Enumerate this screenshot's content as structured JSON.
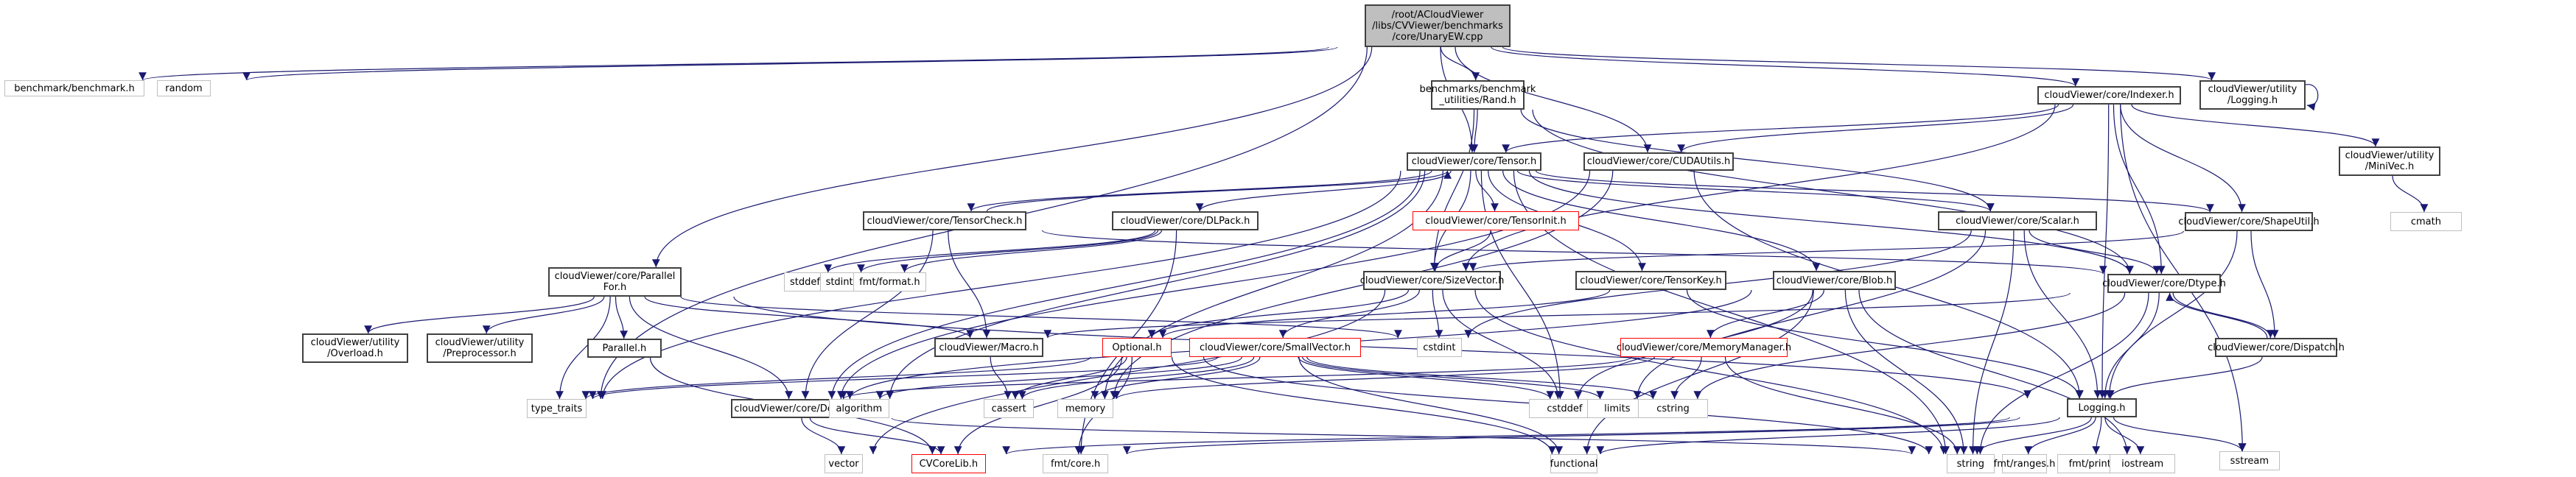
{
  "title": "Include dependency graph for UnaryEW.cpp",
  "colors": {
    "edge": "#191970",
    "project_border": "#404040",
    "system_border": "#bfbfbf",
    "missing_border": "#ff0000",
    "root_fill": "#bfbfbf"
  },
  "nodes": [
    {
      "id": "root",
      "label": "/root/ACloudViewer\n/libs/CVViewer/benchmarks\n/core/UnaryEW.cpp",
      "kind": "root"
    },
    {
      "id": "benchmark_h",
      "label": "benchmark/benchmark.h",
      "kind": "system"
    },
    {
      "id": "random",
      "label": "random",
      "kind": "system"
    },
    {
      "id": "rand_h",
      "label": "benchmarks/benchmark\n_utilities/Rand.h",
      "kind": "project"
    },
    {
      "id": "indexer_h",
      "label": "cloudViewer/core/Indexer.h",
      "kind": "project"
    },
    {
      "id": "ulogging_h",
      "label": "cloudViewer/utility\n/Logging.h",
      "kind": "project"
    },
    {
      "id": "tensor_h",
      "label": "cloudViewer/core/Tensor.h",
      "kind": "project"
    },
    {
      "id": "cudautils_h",
      "label": "cloudViewer/core/CUDAUtils.h",
      "kind": "project"
    },
    {
      "id": "minivec_h",
      "label": "cloudViewer/utility\n/MiniVec.h",
      "kind": "project"
    },
    {
      "id": "cmath",
      "label": "cmath",
      "kind": "system"
    },
    {
      "id": "tensorcheck_h",
      "label": "cloudViewer/core/TensorCheck.h",
      "kind": "project"
    },
    {
      "id": "dlpack_h",
      "label": "cloudViewer/core/DLPack.h",
      "kind": "project"
    },
    {
      "id": "tensorinit_h",
      "label": "cloudViewer/core/TensorInit.h",
      "kind": "missing"
    },
    {
      "id": "scalar_h",
      "label": "cloudViewer/core/Scalar.h",
      "kind": "project"
    },
    {
      "id": "shapeutil_h",
      "label": "cloudViewer/core/ShapeUtil.h",
      "kind": "project"
    },
    {
      "id": "parallelfor_h",
      "label": "cloudViewer/core/Parallel\nFor.h",
      "kind": "project"
    },
    {
      "id": "stddef_h",
      "label": "stddef.h",
      "kind": "system"
    },
    {
      "id": "stdint_h",
      "label": "stdint.h",
      "kind": "system"
    },
    {
      "id": "fmtformat_h",
      "label": "fmt/format.h",
      "kind": "system"
    },
    {
      "id": "sizevector_h",
      "label": "cloudViewer/core/SizeVector.h",
      "kind": "project"
    },
    {
      "id": "tensorkey_h",
      "label": "cloudViewer/core/TensorKey.h",
      "kind": "project"
    },
    {
      "id": "blob_h",
      "label": "cloudViewer/core/Blob.h",
      "kind": "project"
    },
    {
      "id": "dtype_h",
      "label": "cloudViewer/core/Dtype.h",
      "kind": "project"
    },
    {
      "id": "overload_h",
      "label": "cloudViewer/utility\n/Overload.h",
      "kind": "project"
    },
    {
      "id": "preprocessor_h",
      "label": "cloudViewer/utility\n/Preprocessor.h",
      "kind": "project"
    },
    {
      "id": "parallel_h",
      "label": "Parallel.h",
      "kind": "project"
    },
    {
      "id": "macro_h",
      "label": "cloudViewer/Macro.h",
      "kind": "project"
    },
    {
      "id": "optional_h",
      "label": "Optional.h",
      "kind": "missing"
    },
    {
      "id": "smallvector_h",
      "label": "cloudViewer/core/SmallVector.h",
      "kind": "missing"
    },
    {
      "id": "cstdint",
      "label": "cstdint",
      "kind": "system"
    },
    {
      "id": "memorymanager_h",
      "label": "cloudViewer/core/MemoryManager.h",
      "kind": "missing"
    },
    {
      "id": "dispatch_h",
      "label": "cloudViewer/core/Dispatch.h",
      "kind": "project"
    },
    {
      "id": "type_traits",
      "label": "type_traits",
      "kind": "system"
    },
    {
      "id": "device_h",
      "label": "cloudViewer/core/Device.h",
      "kind": "project"
    },
    {
      "id": "algorithm",
      "label": "algorithm",
      "kind": "system"
    },
    {
      "id": "cassert",
      "label": "cassert",
      "kind": "system"
    },
    {
      "id": "memory",
      "label": "memory",
      "kind": "system"
    },
    {
      "id": "cstddef",
      "label": "cstddef",
      "kind": "system"
    },
    {
      "id": "limits",
      "label": "limits",
      "kind": "system"
    },
    {
      "id": "cstring",
      "label": "cstring",
      "kind": "system"
    },
    {
      "id": "logging_h",
      "label": "Logging.h",
      "kind": "project"
    },
    {
      "id": "sstream",
      "label": "sstream",
      "kind": "system"
    },
    {
      "id": "vector",
      "label": "vector",
      "kind": "system"
    },
    {
      "id": "cvcorelib_h",
      "label": "CVCoreLib.h",
      "kind": "missing"
    },
    {
      "id": "fmtcore_h",
      "label": "fmt/core.h",
      "kind": "system"
    },
    {
      "id": "functional",
      "label": "functional",
      "kind": "system"
    },
    {
      "id": "string",
      "label": "string",
      "kind": "system"
    },
    {
      "id": "fmtranges_h",
      "label": "fmt/ranges.h",
      "kind": "system"
    },
    {
      "id": "fmtprintf_h",
      "label": "fmt/printf.h",
      "kind": "system"
    },
    {
      "id": "iostream",
      "label": "iostream",
      "kind": "system"
    }
  ],
  "edges": [
    [
      "root",
      "benchmark_h"
    ],
    [
      "root",
      "random"
    ],
    [
      "root",
      "rand_h"
    ],
    [
      "root",
      "indexer_h"
    ],
    [
      "root",
      "ulogging_h"
    ],
    [
      "root",
      "tensor_h"
    ],
    [
      "root",
      "cudautils_h"
    ],
    [
      "root",
      "parallelfor_h"
    ],
    [
      "root",
      "type_traits"
    ],
    [
      "ulogging_h",
      "ulogging_h"
    ],
    [
      "rand_h",
      "tensor_h"
    ],
    [
      "rand_h",
      "sizevector_h"
    ],
    [
      "rand_h",
      "dtype_h"
    ],
    [
      "rand_h",
      "scalar_h"
    ],
    [
      "indexer_h",
      "tensor_h"
    ],
    [
      "indexer_h",
      "cudautils_h"
    ],
    [
      "indexer_h",
      "minivec_h"
    ],
    [
      "indexer_h",
      "shapeutil_h"
    ],
    [
      "indexer_h",
      "dtype_h"
    ],
    [
      "indexer_h",
      "sizevector_h"
    ],
    [
      "indexer_h",
      "logging_h"
    ],
    [
      "indexer_h",
      "sstream"
    ],
    [
      "minivec_h",
      "cmath"
    ],
    [
      "tensor_h",
      "tensorcheck_h"
    ],
    [
      "tensor_h",
      "dlpack_h"
    ],
    [
      "tensor_h",
      "tensorinit_h"
    ],
    [
      "tensor_h",
      "scalar_h"
    ],
    [
      "tensor_h",
      "shapeutil_h"
    ],
    [
      "tensor_h",
      "sizevector_h"
    ],
    [
      "tensor_h",
      "tensorkey_h"
    ],
    [
      "tensor_h",
      "blob_h"
    ],
    [
      "tensor_h",
      "dtype_h"
    ],
    [
      "tensor_h",
      "device_h"
    ],
    [
      "tensor_h",
      "type_traits"
    ],
    [
      "tensor_h",
      "algorithm"
    ],
    [
      "tensor_h",
      "cstddef"
    ],
    [
      "tensor_h",
      "string"
    ],
    [
      "tensor_h",
      "memory"
    ],
    [
      "cudautils_h",
      "device_h"
    ],
    [
      "cudautils_h",
      "logging_h"
    ],
    [
      "cudautils_h",
      "memory"
    ],
    [
      "tensorcheck_h",
      "tensor_h"
    ],
    [
      "tensorcheck_h",
      "macro_h"
    ],
    [
      "tensorcheck_h",
      "device_h"
    ],
    [
      "tensorcheck_h",
      "dtype_h"
    ],
    [
      "dlpack_h",
      "stddef_h"
    ],
    [
      "dlpack_h",
      "stdint_h"
    ],
    [
      "dlpack_h",
      "fmtformat_h"
    ],
    [
      "dlpack_h",
      "fmtcore_h"
    ],
    [
      "tensorinit_h",
      "sizevector_h"
    ],
    [
      "scalar_h",
      "dtype_h"
    ],
    [
      "scalar_h",
      "logging_h"
    ],
    [
      "scalar_h",
      "string"
    ],
    [
      "scalar_h",
      "cstdint"
    ],
    [
      "scalar_h",
      "limits"
    ],
    [
      "shapeutil_h",
      "sizevector_h"
    ],
    [
      "shapeutil_h",
      "dispatch_h"
    ],
    [
      "shapeutil_h",
      "logging_h"
    ],
    [
      "parallelfor_h",
      "overload_h"
    ],
    [
      "parallelfor_h",
      "preprocessor_h"
    ],
    [
      "parallelfor_h",
      "parallel_h"
    ],
    [
      "parallelfor_h",
      "macro_h"
    ],
    [
      "parallelfor_h",
      "device_h"
    ],
    [
      "parallelfor_h",
      "type_traits"
    ],
    [
      "parallelfor_h",
      "logging_h"
    ],
    [
      "parallelfor_h",
      "cstdint"
    ],
    [
      "parallel_h",
      "cvcorelib_h"
    ],
    [
      "sizevector_h",
      "optional_h"
    ],
    [
      "sizevector_h",
      "smallvector_h"
    ],
    [
      "sizevector_h",
      "cstdint"
    ],
    [
      "sizevector_h",
      "vector"
    ],
    [
      "sizevector_h",
      "string"
    ],
    [
      "sizevector_h",
      "cstddef"
    ],
    [
      "tensorkey_h",
      "optional_h"
    ],
    [
      "tensorkey_h",
      "logging_h"
    ],
    [
      "blob_h",
      "memorymanager_h"
    ],
    [
      "blob_h",
      "device_h"
    ],
    [
      "blob_h",
      "functional"
    ],
    [
      "blob_h",
      "string"
    ],
    [
      "blob_h",
      "cstddef"
    ],
    [
      "blob_h",
      "iostream"
    ],
    [
      "dtype_h",
      "dispatch_h"
    ],
    [
      "dtype_h",
      "logging_h"
    ],
    [
      "dtype_h",
      "macro_h"
    ],
    [
      "dtype_h",
      "string"
    ],
    [
      "dtype_h",
      "cstring"
    ],
    [
      "dispatch_h",
      "dtype_h"
    ],
    [
      "dispatch_h",
      "logging_h"
    ],
    [
      "macro_h",
      "cassert"
    ],
    [
      "optional_h",
      "cassert"
    ],
    [
      "optional_h",
      "cvcorelib_h"
    ],
    [
      "optional_h",
      "functional"
    ],
    [
      "optional_h",
      "string"
    ],
    [
      "optional_h",
      "type_traits"
    ],
    [
      "optional_h",
      "fmtcore_h"
    ],
    [
      "smallvector_h",
      "algorithm"
    ],
    [
      "smallvector_h",
      "cassert"
    ],
    [
      "smallvector_h",
      "memory"
    ],
    [
      "smallvector_h",
      "cstddef"
    ],
    [
      "smallvector_h",
      "limits"
    ],
    [
      "smallvector_h",
      "cstring"
    ],
    [
      "smallvector_h",
      "functional"
    ],
    [
      "smallvector_h",
      "type_traits"
    ],
    [
      "memorymanager_h",
      "cstring"
    ],
    [
      "memorymanager_h",
      "memory"
    ],
    [
      "memorymanager_h",
      "string"
    ],
    [
      "memorymanager_h",
      "device_h"
    ],
    [
      "device_h",
      "vector"
    ],
    [
      "device_h",
      "string"
    ],
    [
      "device_h",
      "cvcorelib_h"
    ],
    [
      "logging_h",
      "string"
    ],
    [
      "logging_h",
      "fmtranges_h"
    ],
    [
      "logging_h",
      "fmtprintf_h"
    ],
    [
      "logging_h",
      "iostream"
    ],
    [
      "logging_h",
      "sstream"
    ],
    [
      "logging_h",
      "functional"
    ],
    [
      "logging_h",
      "cvcorelib_h"
    ],
    [
      "logging_h",
      "fmtcore_h"
    ]
  ]
}
